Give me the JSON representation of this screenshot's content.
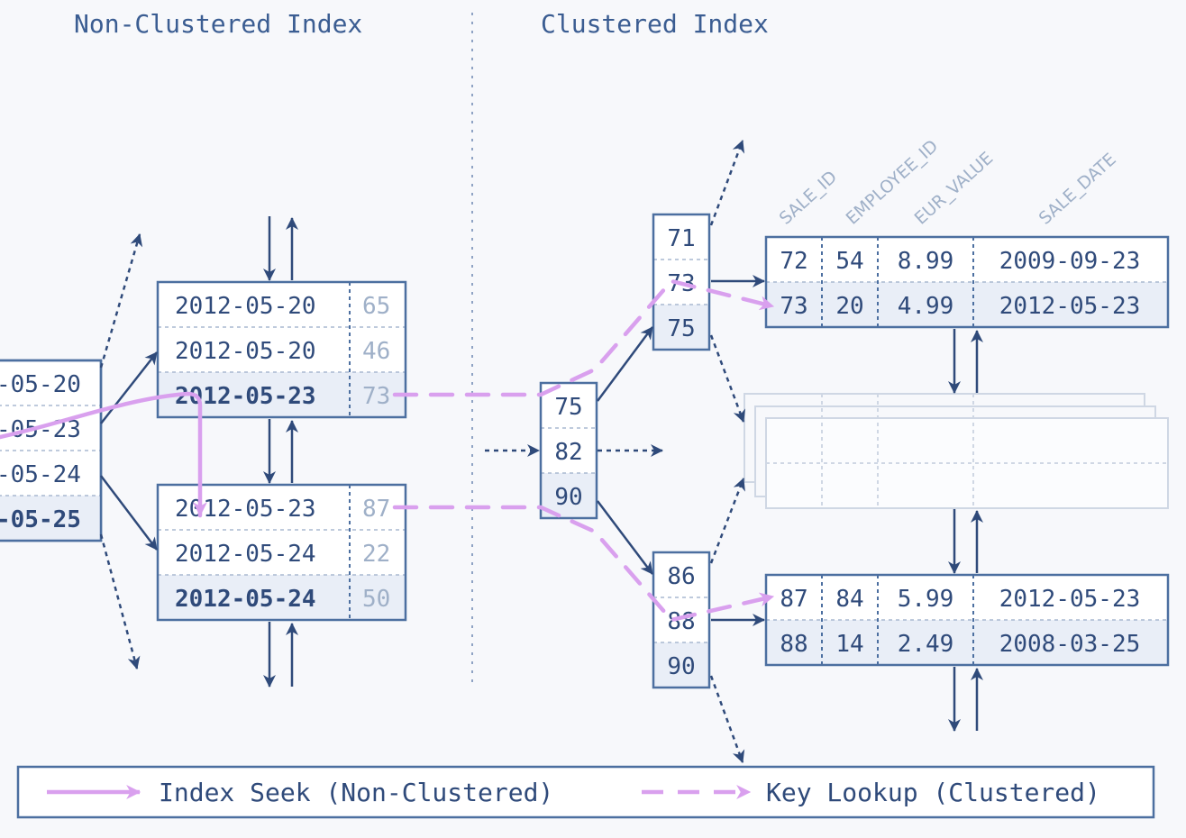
{
  "titles": {
    "nonclustered": "Non-Clustered Index",
    "clustered": "Clustered Index"
  },
  "colors": {
    "ink": "#2f4a7a",
    "frame": "#4c6fa0",
    "light": "#9fb0c8",
    "cell_bg": "#e9eef7",
    "path": "#d9a0ee",
    "background": "#f7f8fb"
  },
  "nc_root": {
    "rows": [
      "-05-20",
      "-05-23",
      "-05-24",
      "-05-25"
    ]
  },
  "nc_leaf_top": {
    "rows": [
      {
        "date": "2012-05-20",
        "ref": "65"
      },
      {
        "date": "2012-05-20",
        "ref": "46"
      },
      {
        "date": "2012-05-23",
        "ref": "73"
      }
    ]
  },
  "nc_leaf_bottom": {
    "rows": [
      {
        "date": "2012-05-23",
        "ref": "87"
      },
      {
        "date": "2012-05-24",
        "ref": "22"
      },
      {
        "date": "2012-05-24",
        "ref": "50"
      }
    ]
  },
  "cl_root": {
    "rows": [
      "75",
      "82",
      "90"
    ]
  },
  "cl_branch_top": {
    "rows": [
      "71",
      "73",
      "75"
    ]
  },
  "cl_branch_bottom": {
    "rows": [
      "86",
      "88",
      "90"
    ]
  },
  "columns": [
    "SALE_ID",
    "EMPLOYEE_ID",
    "EUR_VALUE",
    "SALE_DATE"
  ],
  "table_top": {
    "rows": [
      [
        "72",
        "54",
        "8.99",
        "2009-09-23"
      ],
      [
        "73",
        "20",
        "4.99",
        "2012-05-23"
      ]
    ]
  },
  "table_bottom": {
    "rows": [
      [
        "87",
        "84",
        "5.99",
        "2012-05-23"
      ],
      [
        "88",
        "14",
        "2.49",
        "2008-03-25"
      ]
    ]
  },
  "legend": {
    "seek": "Index Seek (Non-Clustered)",
    "lookup": "Key Lookup (Clustered)"
  }
}
